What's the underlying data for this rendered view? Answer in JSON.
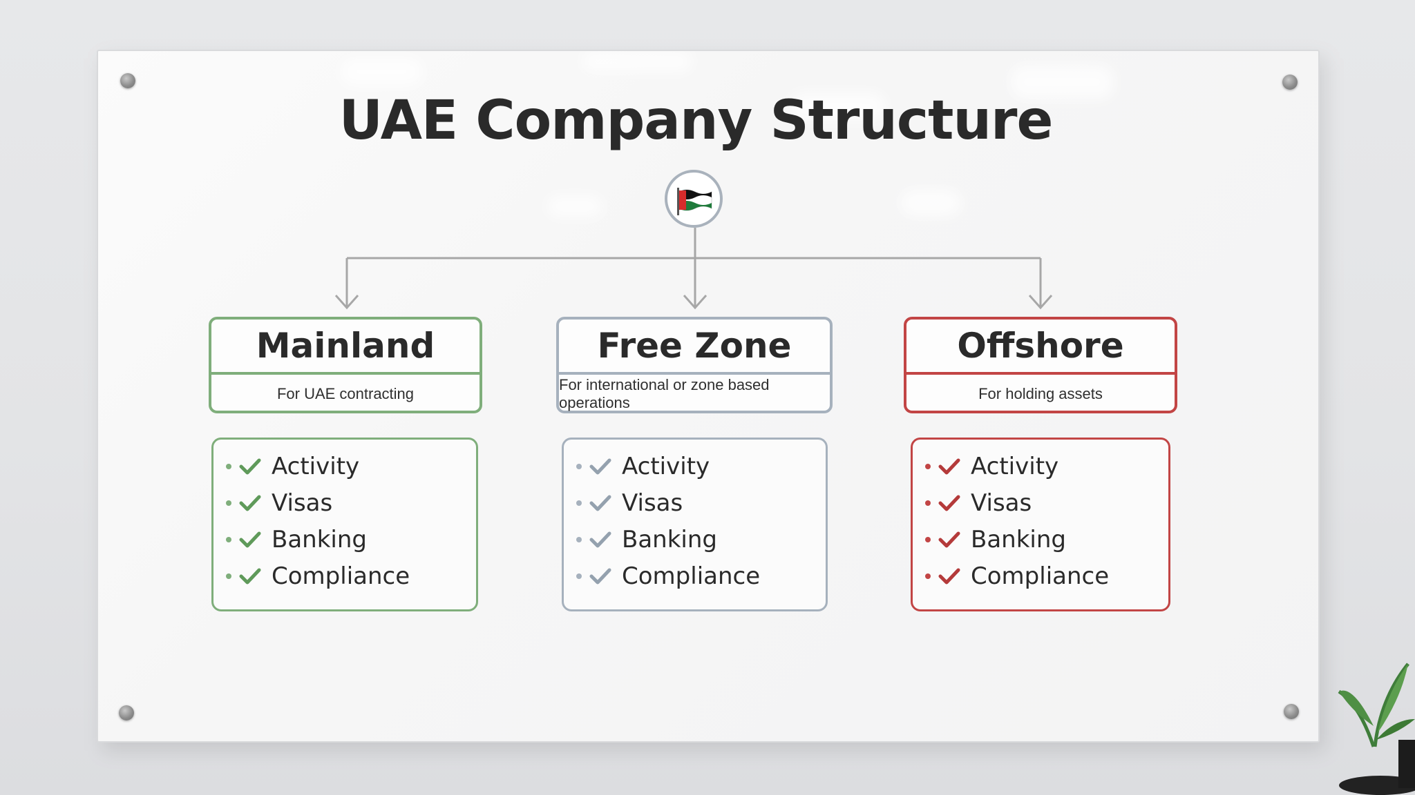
{
  "title": "UAE Company Structure",
  "emblem": {
    "icon": "flag-icon",
    "colors": [
      "#d62b2b",
      "#1e7a3a",
      "#111111",
      "#ffffff"
    ]
  },
  "columns": [
    {
      "id": "mainland",
      "name": "Mainland",
      "subtitle": "For UAE contracting",
      "color": "#7fae7b",
      "check_color": "#5f9a5a",
      "items": [
        "Activity",
        "Visas",
        "Banking",
        "Compliance"
      ]
    },
    {
      "id": "free-zone",
      "name": "Free Zone",
      "subtitle": "For international or zone based operations",
      "color": "#a6b1bd",
      "check_color": "#94a1ae",
      "items": [
        "Activity",
        "Visas",
        "Banking",
        "Compliance"
      ]
    },
    {
      "id": "offshore",
      "name": "Offshore",
      "subtitle": "For holding assets",
      "color": "#c24545",
      "check_color": "#b43a3a",
      "items": [
        "Activity",
        "Visas",
        "Banking",
        "Compliance"
      ]
    }
  ],
  "connector_color": "#a7a7a7"
}
